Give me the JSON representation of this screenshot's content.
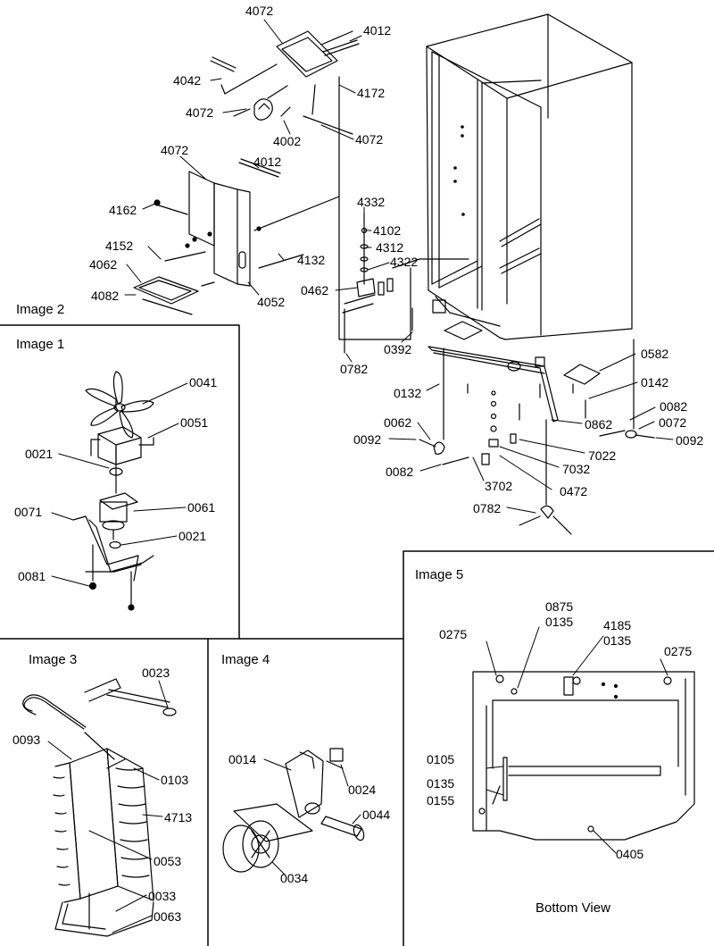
{
  "sections": {
    "image1": "Image 1",
    "image2": "Image 2",
    "image3": "Image 3",
    "image4": "Image 4",
    "image5": "Image 5",
    "bottom_view": "Bottom View"
  },
  "labels": {
    "l4072a": "4072",
    "l4012a": "4012",
    "l4042": "4042",
    "l4172": "4172",
    "l4072b": "4072",
    "l4002": "4002",
    "l4072c": "4072",
    "l4072d": "4072",
    "l4012b": "4012",
    "l4162": "4162",
    "l4152": "4152",
    "l4062": "4062",
    "l4082": "4082",
    "l4132": "4132",
    "l4052": "4052",
    "l4332": "4332",
    "l4102": "4102",
    "l4312": "4312",
    "l4322": "4322",
    "l0462": "0462",
    "l0392": "0392",
    "l0782a": "0782",
    "l0582": "0582",
    "l0142": "0142",
    "l0132": "0132",
    "l0082a": "0082",
    "l0862": "0862",
    "l0072": "0072",
    "l0062": "0062",
    "l0092a": "0092",
    "l0092b": "0092",
    "l7022": "7022",
    "l0082b": "0082",
    "l7032": "7032",
    "l3702": "3702",
    "l0472": "0472",
    "l0782b": "0782",
    "l0041": "0041",
    "l0051": "0051",
    "l0021a": "0021",
    "l0061": "0061",
    "l0071": "0071",
    "l0021b": "0021",
    "l0081": "0081",
    "l0023": "0023",
    "l0093": "0093",
    "l0103": "0103",
    "l4713": "4713",
    "l0053": "0053",
    "l0033": "0033",
    "l0063": "0063",
    "l0014": "0014",
    "l0024": "0024",
    "l0044": "0044",
    "l0034": "0034",
    "l0875": "0875",
    "l0135a": "0135",
    "l4185": "4185",
    "l0135b": "0135",
    "l0275a": "0275",
    "l0275b": "0275",
    "l0105": "0105",
    "l0135c": "0135",
    "l0155": "0155",
    "l0405": "0405"
  }
}
